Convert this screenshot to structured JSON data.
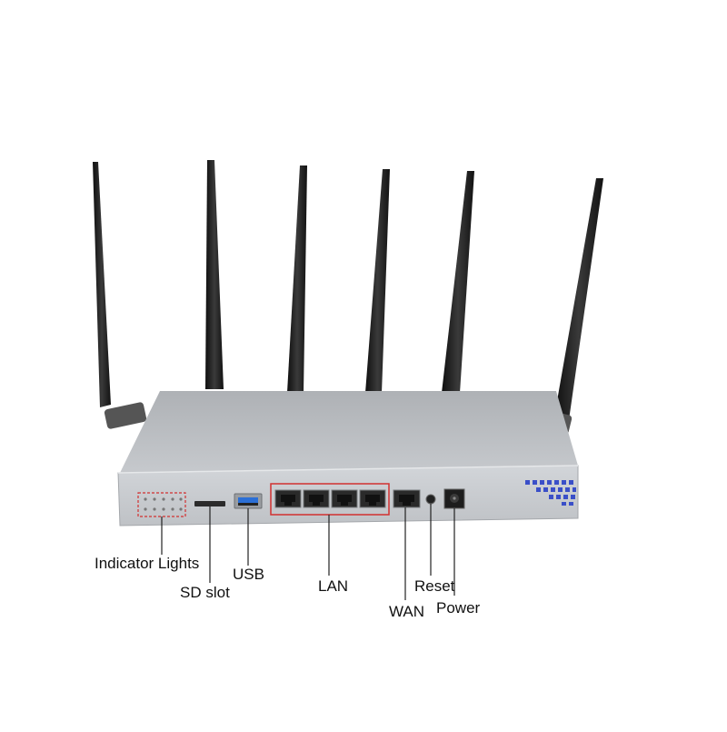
{
  "labels": {
    "indicator_lights": "Indicator Lights",
    "sd_slot": "SD slot",
    "usb": "USB",
    "lan": "LAN",
    "wan": "WAN",
    "reset": "Reset",
    "power": "Power"
  },
  "colors": {
    "antenna": "#1c1c1c",
    "chassis_top": "#b9bcc0",
    "chassis_front": "#c9ccd0",
    "port_box_outline": "#d23030",
    "callout_line": "#222222",
    "usb_blue": "#2b6fd6",
    "pattern_blue": "#3a4fc8"
  },
  "icons": [
    "antenna-icon",
    "ethernet-port-icon",
    "usb-port-icon",
    "sd-slot-icon",
    "power-jack-icon",
    "reset-button-icon"
  ]
}
